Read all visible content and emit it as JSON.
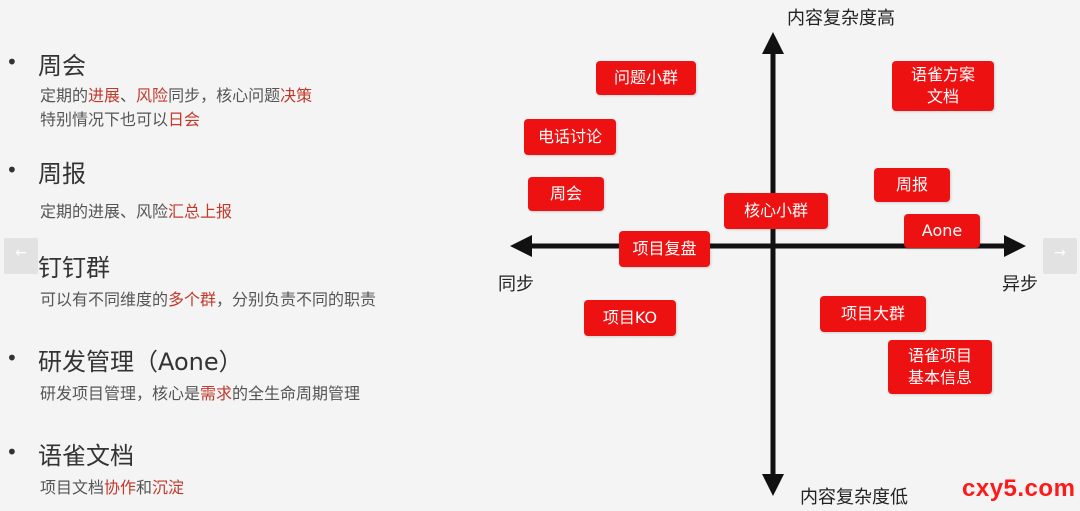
{
  "list": {
    "items": [
      {
        "title": "周会",
        "lines": [
          [
            {
              "t": "定期的"
            },
            {
              "t": "进展",
              "hl": true
            },
            {
              "t": "、"
            },
            {
              "t": "风险",
              "hl": true
            },
            {
              "t": "同步，核心问题"
            },
            {
              "t": "决策",
              "hl": true
            }
          ],
          [
            {
              "t": "特别情况下也可以"
            },
            {
              "t": "日会",
              "hl": true
            }
          ]
        ]
      },
      {
        "title": "周报",
        "lines": [
          [
            {
              "t": "定期的进展、风险"
            },
            {
              "t": "汇总上报",
              "hl": true
            }
          ]
        ]
      },
      {
        "title": "钉钉群",
        "lines": [
          [
            {
              "t": "可以有不同维度的"
            },
            {
              "t": "多个群",
              "hl": true
            },
            {
              "t": "，分别负责不同的职责"
            }
          ]
        ]
      },
      {
        "title": "研发管理（Aone）",
        "lines": [
          [
            {
              "t": "研发项目管理，核心是"
            },
            {
              "t": "需求",
              "hl": true
            },
            {
              "t": "的全生命周期管理"
            }
          ]
        ]
      },
      {
        "title": "语雀文档",
        "lines": [
          [
            {
              "t": "项目文档"
            },
            {
              "t": "协作",
              "hl": true
            },
            {
              "t": "和"
            },
            {
              "t": "沉淀",
              "hl": true
            }
          ]
        ]
      }
    ]
  },
  "diagram": {
    "axis_top": "内容复杂度高",
    "axis_bottom": "内容复杂度低",
    "axis_left": "同步",
    "axis_right": "异步",
    "tags": {
      "wenti": "问题小群",
      "yuque_fangan": "语雀方案\n文档",
      "dianhua": "电话讨论",
      "zhouhui": "周会",
      "zhoubao": "周报",
      "hexin": "核心小群",
      "aone": "Aone",
      "fupan": "项目复盘",
      "ko": "项目KO",
      "daqun": "项目大群",
      "yuque_xiangmu": "语雀项目\n基本信息"
    }
  },
  "watermark": "cxy5.com",
  "colors": {
    "tag_bg": "#ee1111",
    "highlight": "#c0392b"
  }
}
